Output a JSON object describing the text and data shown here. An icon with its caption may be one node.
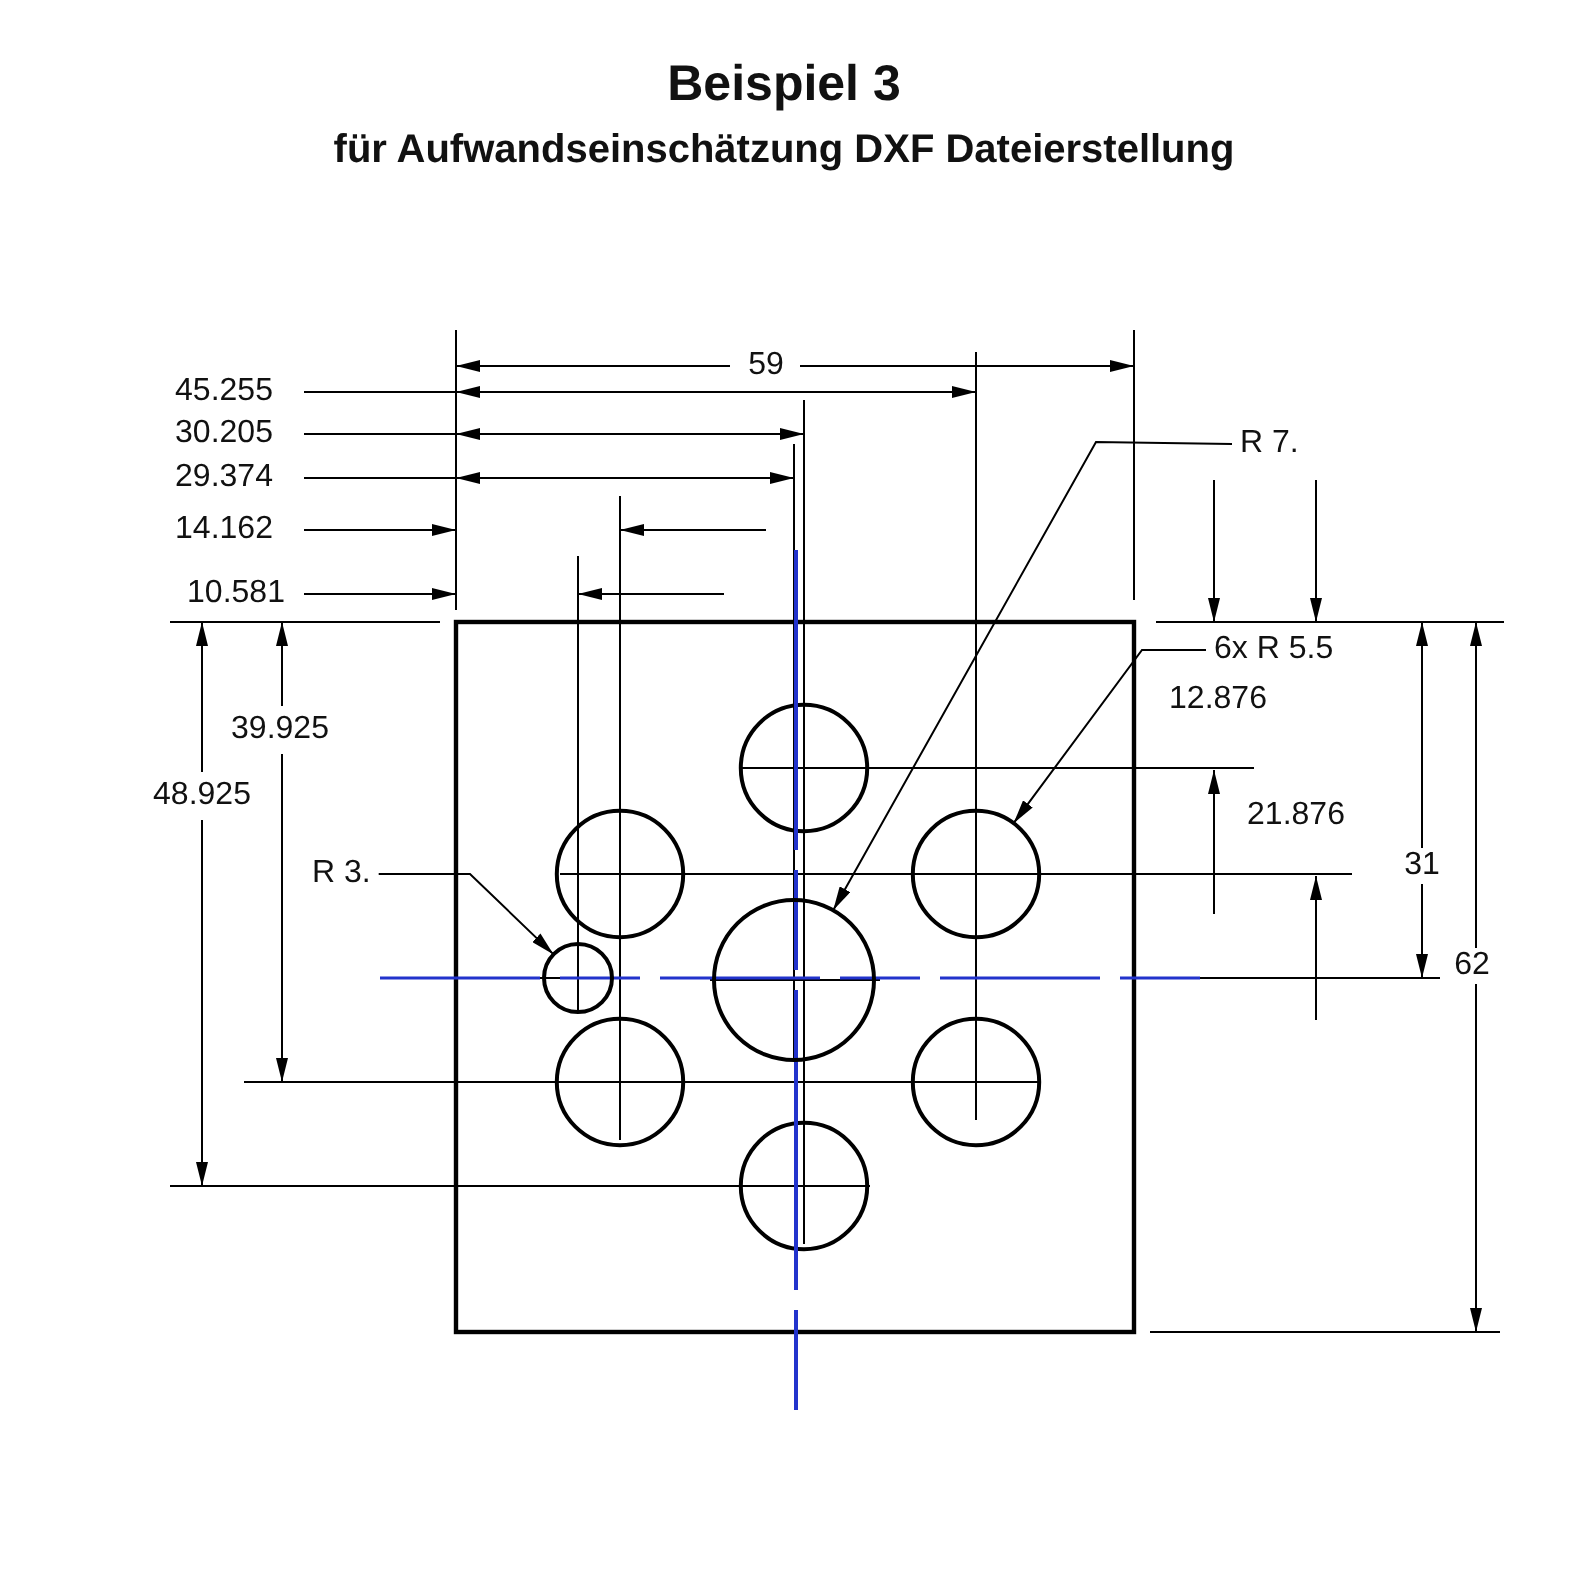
{
  "diagram": {
    "title": "Beispiel 3",
    "nodes": [
      {
        "text": [
          "R 7."
        ]
      },
      {
        "text": [
          "6x R 5.5"
        ]
      },
      {
        "text": [
          "R 3."
        ]
      },
      {
        "text": [],
        "shape": "circle"
      },
      {
        "text": [],
        "shape": "circle"
      },
      {
        "text": [],
        "shape": "circle"
      }
    ],
    "edges": [
      {
        "from": 0,
        "to": 4,
        "arrow": "to"
      },
      {
        "from": 1,
        "to": 5,
        "arrow": "to"
      },
      {
        "from": 2,
        "to": 3,
        "arrow": "to"
      }
    ],
    "labels": [
      "für Aufwandseinschätzung DXF Dateierstellung",
      "59",
      "45.255",
      "30.205",
      "29.374",
      "14.162",
      "10.581",
      "12.876",
      "39.925",
      "48.925",
      "21.876",
      "31",
      "62"
    ]
  }
}
